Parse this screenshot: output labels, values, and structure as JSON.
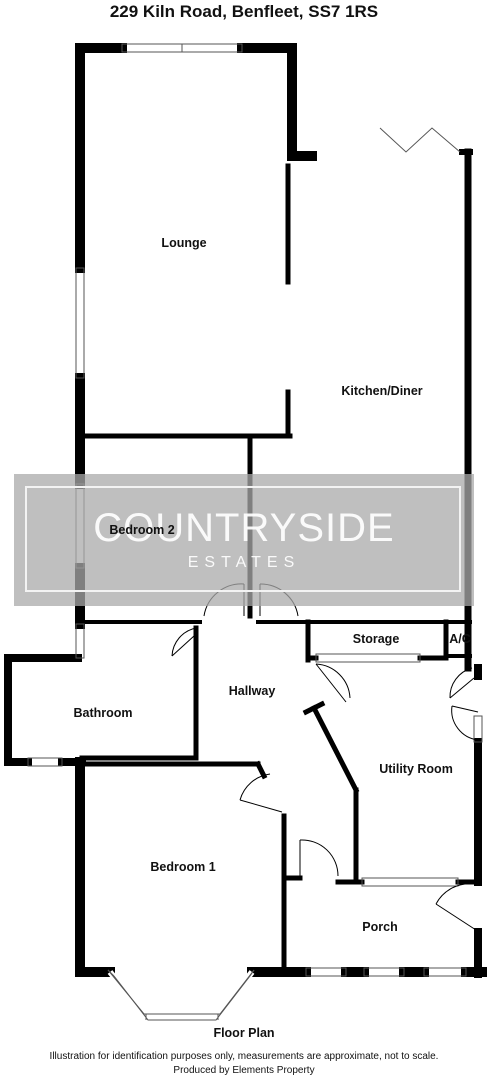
{
  "header": {
    "address": "229 Kiln Road, Benfleet, SS7 1RS"
  },
  "rooms": {
    "lounge": "Lounge",
    "kitchen_diner": "Kitchen/Diner",
    "bedroom2": "Bedroom 2",
    "storage": "Storage",
    "ac": "A/C",
    "hallway": "Hallway",
    "bathroom": "Bathroom",
    "utility": "Utility Room",
    "bedroom1": "Bedroom 1",
    "porch": "Porch"
  },
  "watermark": {
    "brand": "COUNTRYSIDE",
    "sub": "ESTATES"
  },
  "footer": {
    "title": "Floor Plan",
    "disclaimer": "Illustration for identification purposes only, measurements are approximate, not to scale.",
    "credit": "Produced by Elements Property"
  },
  "colors": {
    "wall": "#000000",
    "watermark": "#aaaaaa"
  }
}
